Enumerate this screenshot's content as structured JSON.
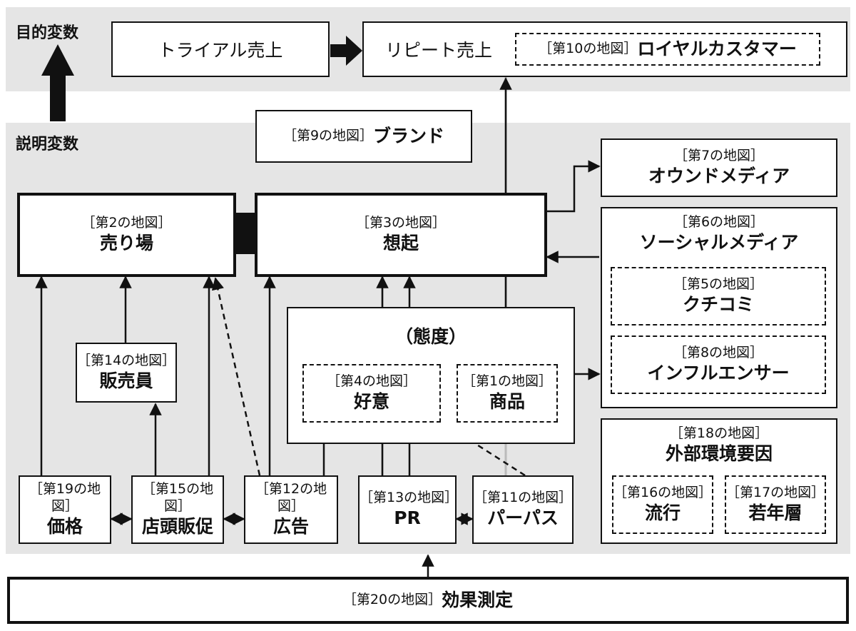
{
  "labels": {
    "objective": "目的変数",
    "explanatory": "説明変数"
  },
  "objective_boxes": {
    "trial": "トライアル売上",
    "repeat": "リピート売上",
    "loyal_sub": "［第10の地図］",
    "loyal_main": "ロイヤルカスタマー"
  },
  "nodes": {
    "brand": {
      "sub": "［第9の地図］",
      "main": "ブランド"
    },
    "sales_floor": {
      "sub": "［第2の地図］",
      "main": "売り場"
    },
    "recall": {
      "sub": "［第3の地図］",
      "main": "想起"
    },
    "owned_media": {
      "sub": "［第7の地図］",
      "main": "オウンドメディア"
    },
    "social_media": {
      "sub": "［第6の地図］",
      "main": "ソーシャルメディア"
    },
    "word_of_mouth": {
      "sub": "［第5の地図］",
      "main": "クチコミ"
    },
    "influencer": {
      "sub": "［第8の地図］",
      "main": "インフルエンサー"
    },
    "attitude": {
      "main": "（態度）"
    },
    "favorability": {
      "sub": "［第4の地図］",
      "main": "好意"
    },
    "product": {
      "sub": "［第1の地図］",
      "main": "商品"
    },
    "salesperson": {
      "sub": "［第14の地図］",
      "main": "販売員"
    },
    "external": {
      "sub": "［第18の地図］",
      "main": "外部環境要因"
    },
    "trend": {
      "sub": "［第16の地図］",
      "main": "流行"
    },
    "young": {
      "sub": "［第17の地図］",
      "main": "若年層"
    },
    "price": {
      "sub": "［第19の地図］",
      "main": "価格"
    },
    "promotion": {
      "sub": "［第15の地図］",
      "main": "店頭販促"
    },
    "advertising": {
      "sub": "［第12の地図］",
      "main": "広告"
    },
    "pr": {
      "sub": "［第13の地図］",
      "main": "PR"
    },
    "purpose": {
      "sub": "［第11の地図］",
      "main": "パーパス"
    },
    "measurement": {
      "sub": "［第20の地図］",
      "main": "効果測定"
    }
  },
  "colors": {
    "band": "#e5e5e5",
    "line": "#111111",
    "gray_line": "#bbbbbb"
  }
}
